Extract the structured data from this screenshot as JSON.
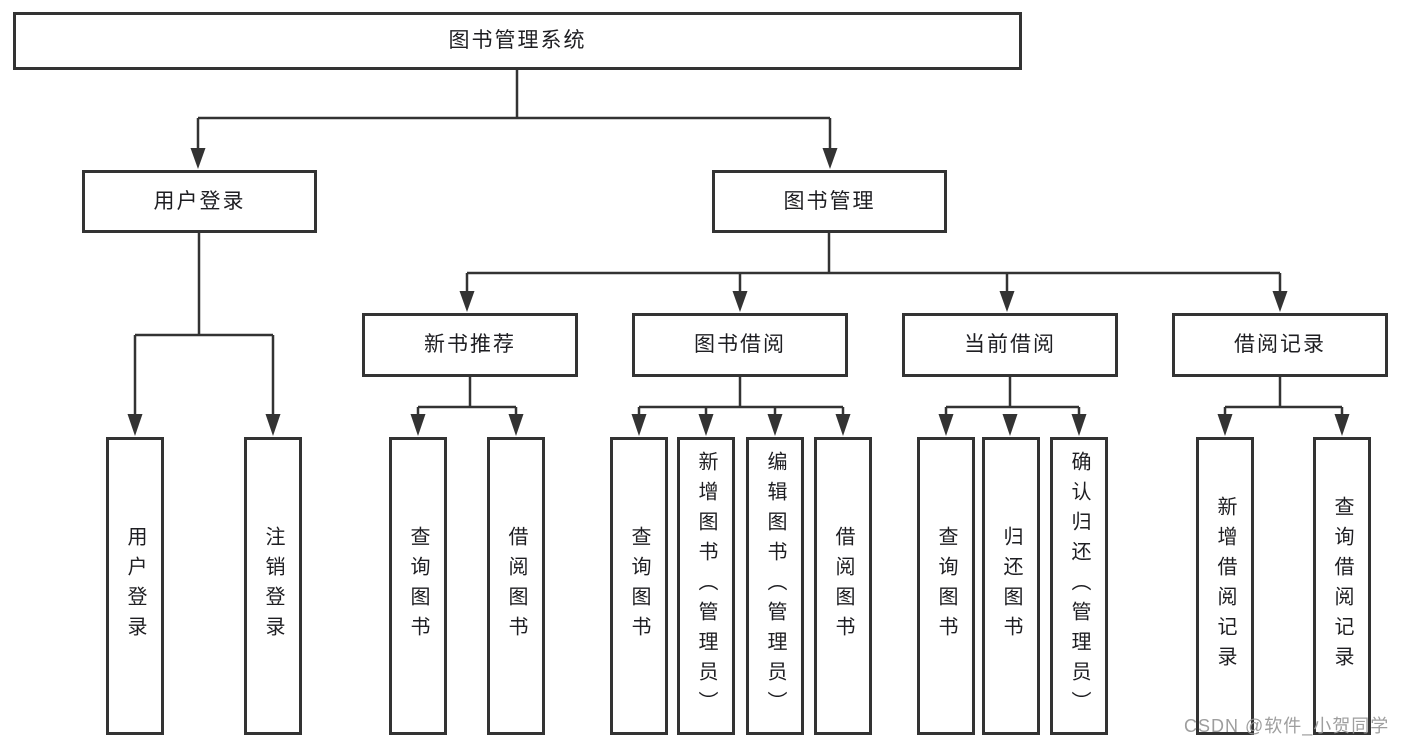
{
  "palette": {
    "line": "#333333",
    "box_border": "#333333",
    "box_fill": "#ffffff",
    "text": "#1e1e22",
    "watermark": "#969696",
    "background": "#ffffff"
  },
  "tree": {
    "root": {
      "label": "图书管理系统"
    },
    "children": [
      {
        "label": "用户登录",
        "children": [
          {
            "label": "用户登录"
          },
          {
            "label": "注销登录"
          }
        ]
      },
      {
        "label": "图书管理",
        "children": [
          {
            "label": "新书推荐",
            "children": [
              {
                "label": "查询图书"
              },
              {
                "label": "借阅图书"
              }
            ]
          },
          {
            "label": "图书借阅",
            "children": [
              {
                "label": "查询图书"
              },
              {
                "label": "新增图书（管理员）"
              },
              {
                "label": "编辑图书（管理员）"
              },
              {
                "label": "借阅图书"
              }
            ]
          },
          {
            "label": "当前借阅",
            "children": [
              {
                "label": "查询图书"
              },
              {
                "label": "归还图书"
              },
              {
                "label": "确认归还（管理员）"
              }
            ]
          },
          {
            "label": "借阅记录",
            "children": [
              {
                "label": "新增借阅记录"
              },
              {
                "label": "查询借阅记录"
              }
            ]
          }
        ]
      }
    ]
  },
  "watermark": "CSDN @软件_小贺同学"
}
